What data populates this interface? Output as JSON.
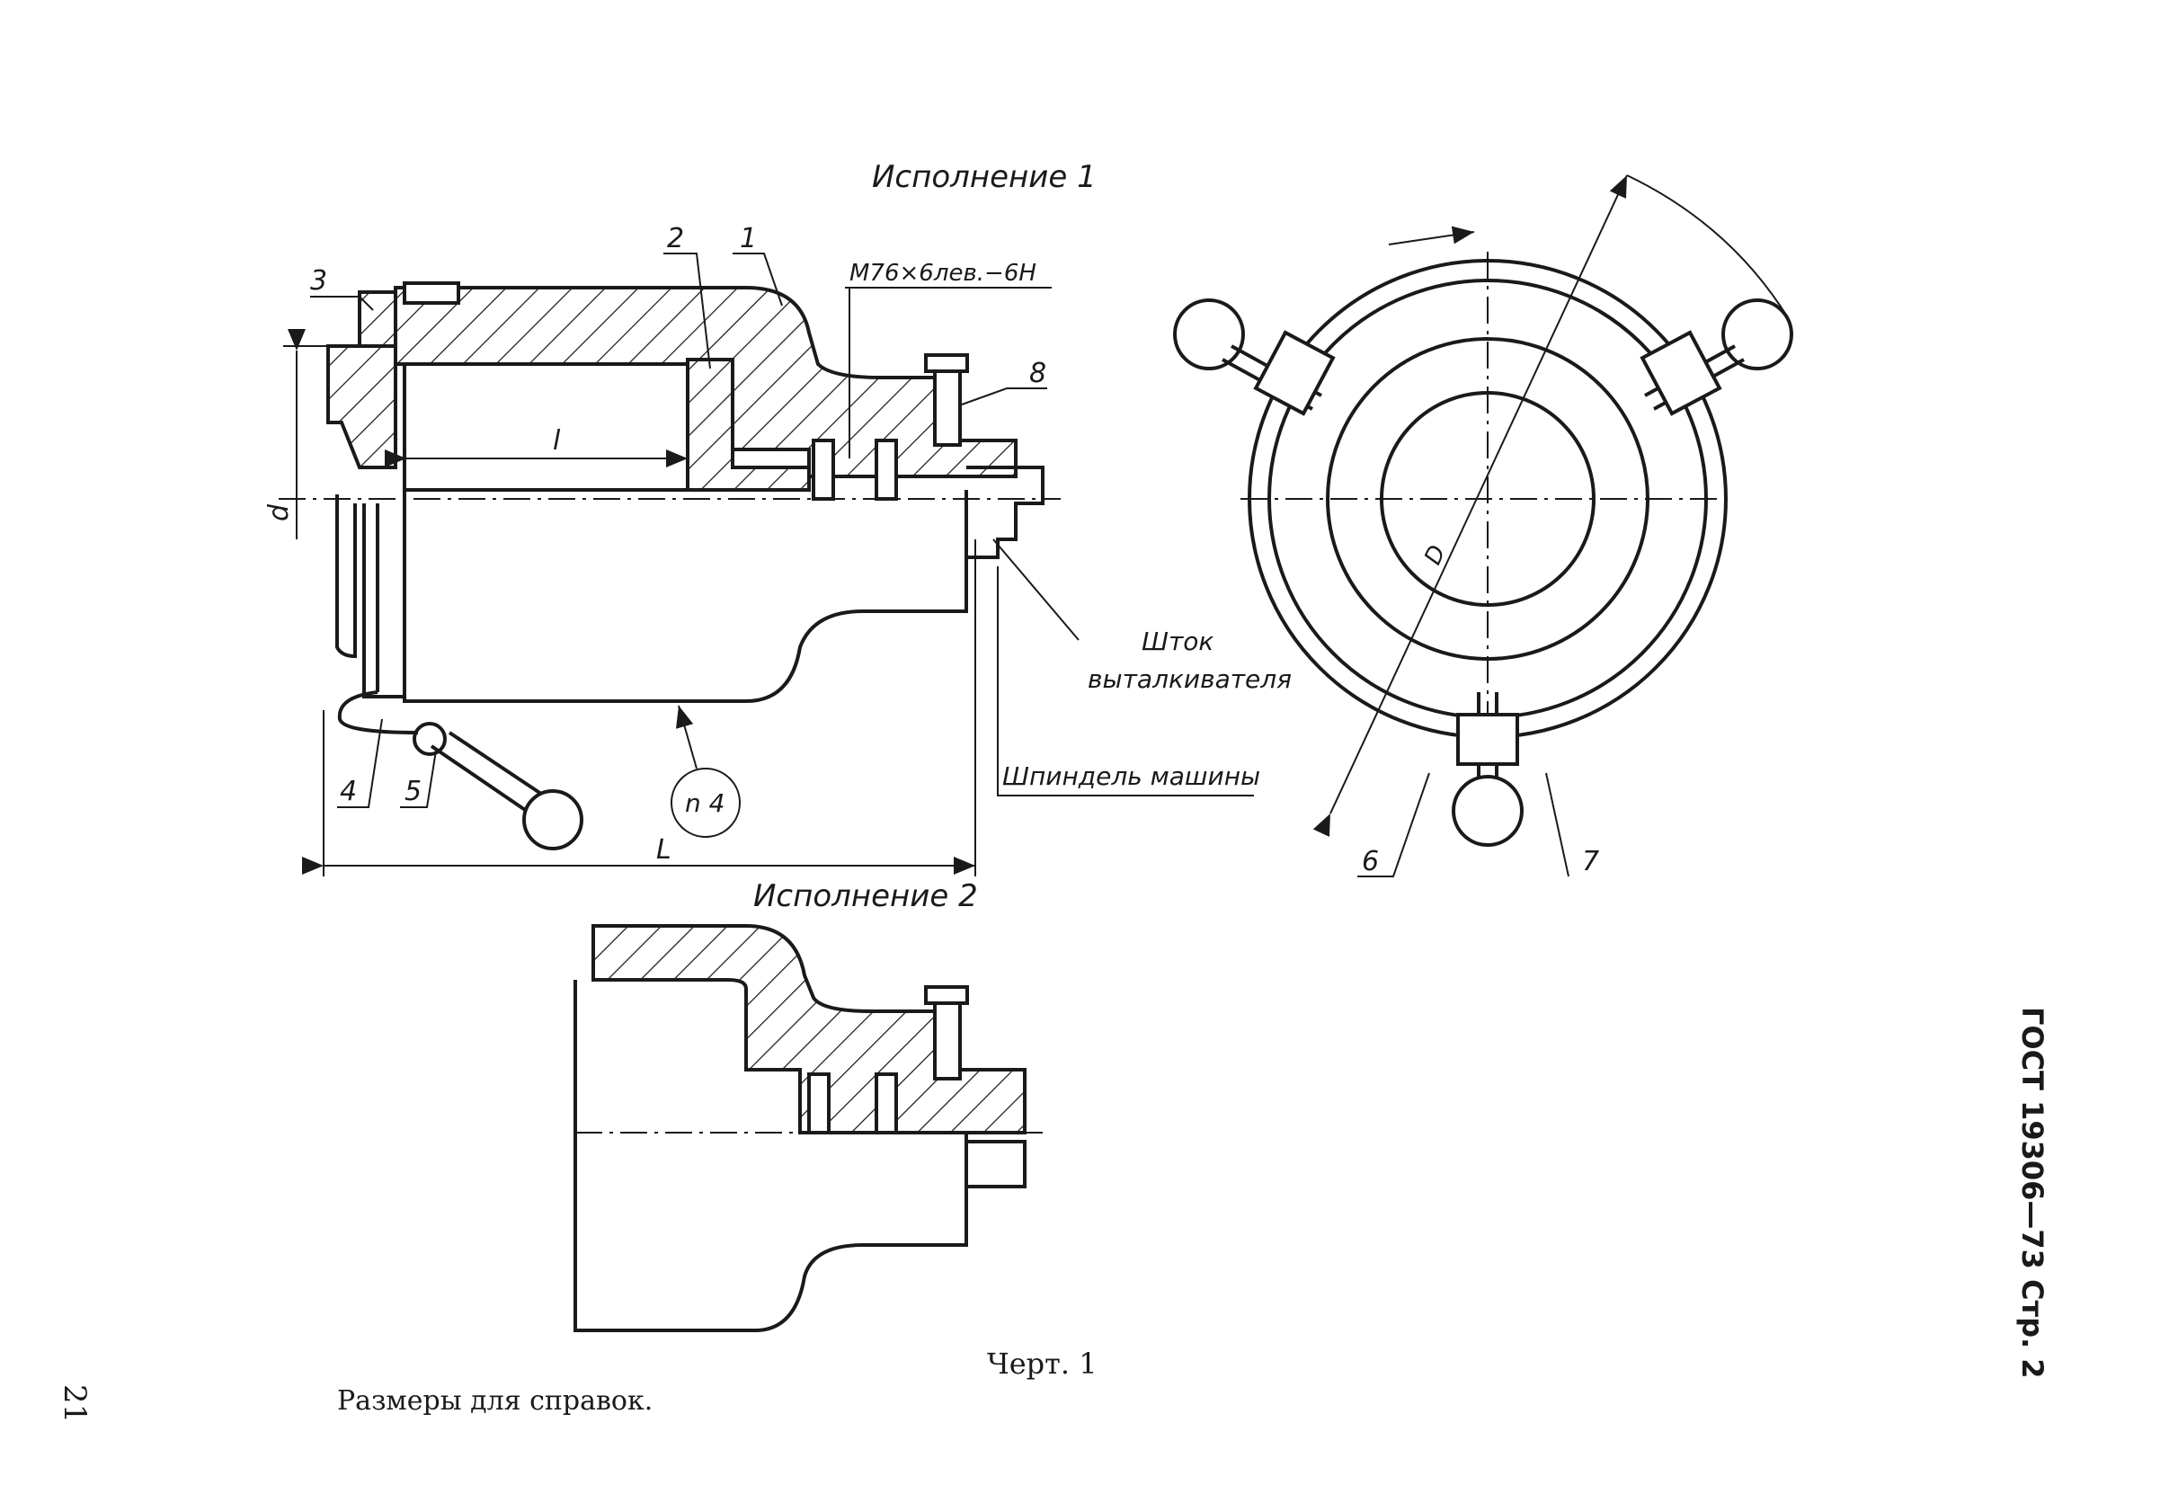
{
  "views": {
    "view1_title": "Исполнение 1",
    "view2_title": "Исполнение 2"
  },
  "callouts": {
    "c1": "1",
    "c2": "2",
    "c3": "3",
    "c4": "4",
    "c5": "5",
    "c6": "6",
    "c7": "7",
    "c8": "8"
  },
  "thread_spec": "M76×6лев.−6H",
  "dimensions": {
    "d": "d",
    "l": "l",
    "L": "L",
    "D": "D"
  },
  "holes_note": "n 4",
  "annotations": {
    "ejector_line1": "Шток",
    "ejector_line2": "выталкивателя",
    "spindle": "Шпиндель машины"
  },
  "figure_caption": "Черт. 1",
  "reference_note": "Размеры для справок.",
  "page_number": "21",
  "standard_header": "ГОСТ 19306—73 Стр. 2"
}
